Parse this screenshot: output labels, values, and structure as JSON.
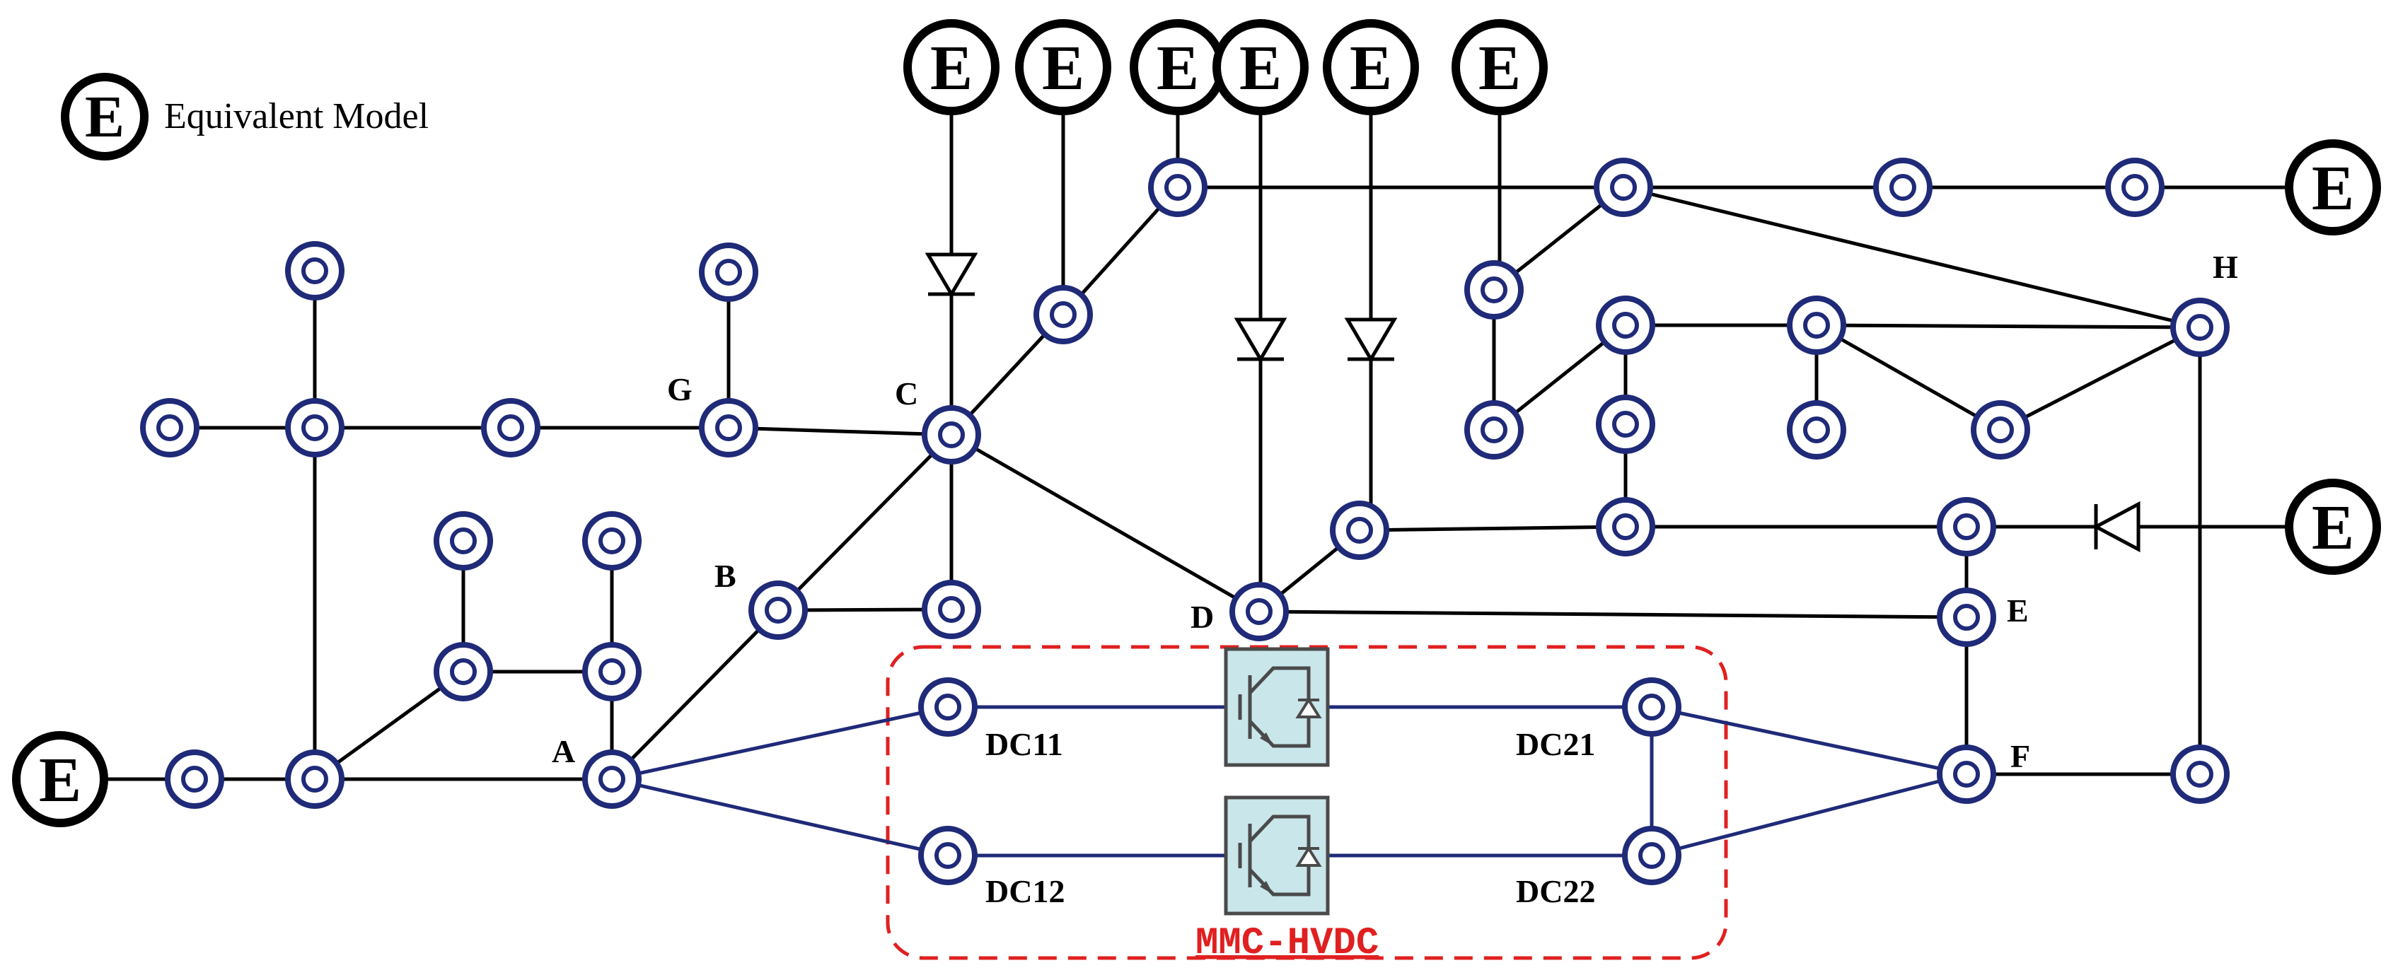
{
  "legend": {
    "symbol": "E",
    "label": "Equivalent Model"
  },
  "equivalent_symbol": "E",
  "bus_labels": {
    "A": "A",
    "B": "B",
    "C": "C",
    "D": "D",
    "E": "E",
    "F": "F",
    "G": "G",
    "H": "H",
    "DC11": "DC11",
    "DC12": "DC12",
    "DC21": "DC21",
    "DC22": "DC22"
  },
  "hvdc": {
    "label": "MMC-HVDC"
  },
  "colors": {
    "ac_line": "#000000",
    "dc_line": "#1f2a78",
    "bus": "#1f2a78",
    "hvdc_box": "#e02020",
    "converter_fill": "#c9e6ea",
    "converter_stroke": "#4a4a4a"
  }
}
